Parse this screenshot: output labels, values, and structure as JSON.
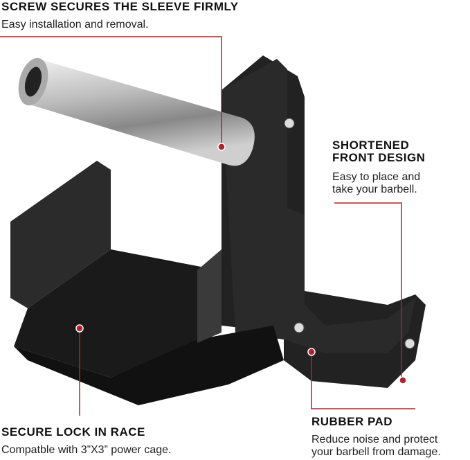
{
  "callouts": {
    "screw": {
      "title": "SCREW SECURES THE SLEEVE FIRMLY",
      "desc": "Easy installation and removal."
    },
    "front": {
      "title_1": "SHORTENED",
      "title_2": "FRONT DESIGN",
      "desc_1": "Easy to place and",
      "desc_2": "take your barbell."
    },
    "lock": {
      "title": "SECURE LOCK IN RACE",
      "desc": "Compatble with 3”X3” power cage."
    },
    "pad": {
      "title": "RUBBER PAD",
      "desc_1": "Reduce noise and protect",
      "desc_2": "your barbell from damage."
    }
  },
  "colors": {
    "accent": "#b3222b",
    "metal": "#1c1c1c"
  }
}
